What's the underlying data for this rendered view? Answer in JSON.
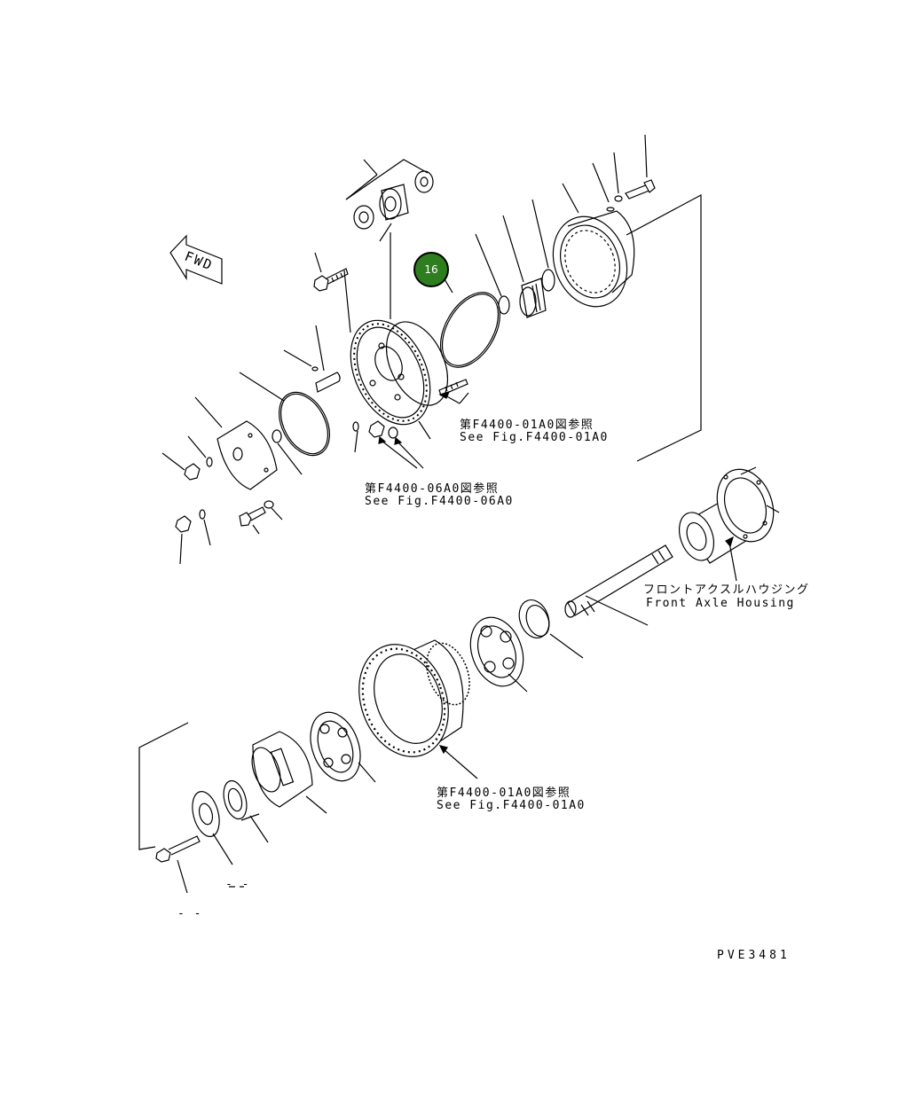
{
  "diagram": {
    "callout": {
      "number": "16",
      "color": "#2e7d1f"
    },
    "fwd_label": "FWD",
    "references": [
      {
        "jp": "第F4400-01A0図参照",
        "en": "See Fig.F4400-01A0"
      },
      {
        "jp": "第F4400-06A0図参照",
        "en": "See Fig.F4400-06A0"
      },
      {
        "jp": "第F4400-01A0図参照",
        "en": "See Fig.F4400-01A0"
      }
    ],
    "housing": {
      "jp": "フロントアクスルハウジング",
      "en": "Front Axle Housing"
    },
    "code": "PVE3481",
    "dashes": [
      "- -",
      "- -"
    ]
  }
}
